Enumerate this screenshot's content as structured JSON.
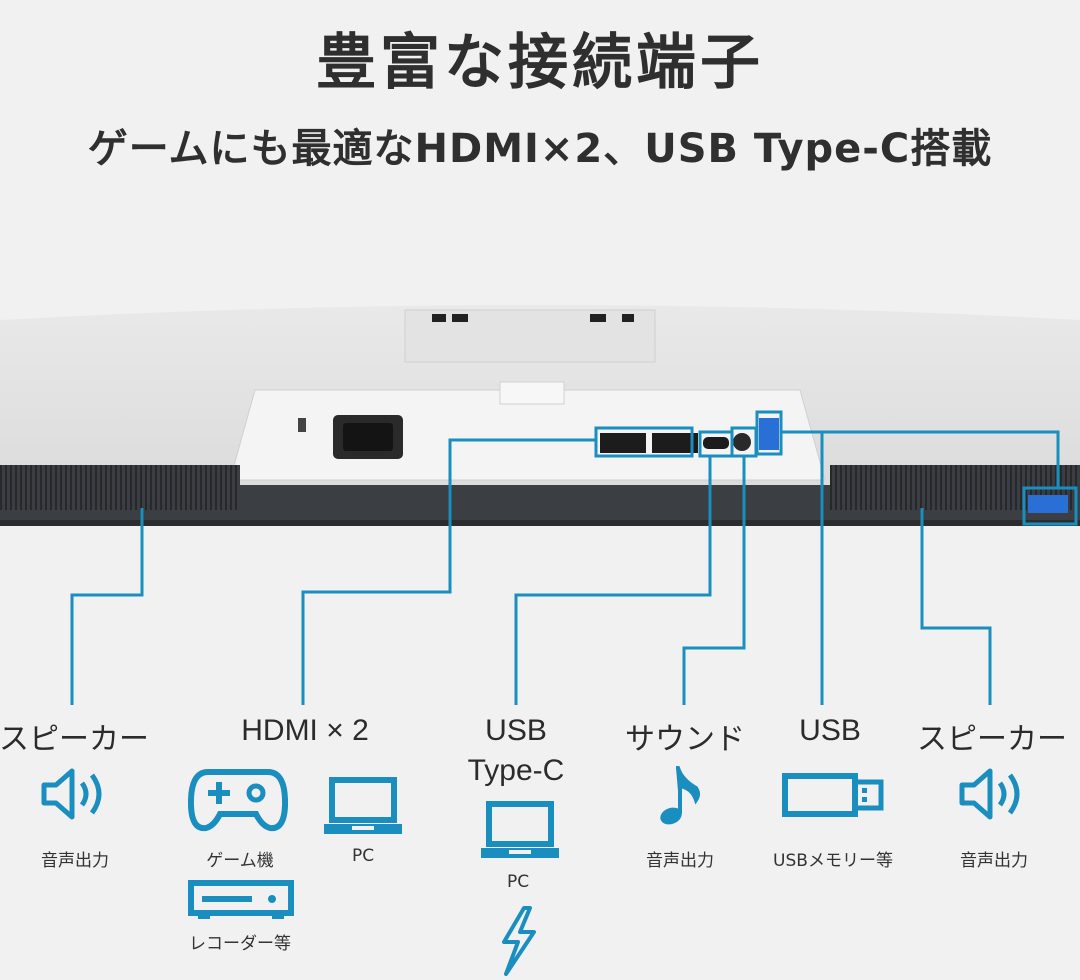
{
  "header": {
    "title": "豊富な接続端子",
    "subtitle": "ゲームにも最適なHDMI×2、USB Type-C搭載"
  },
  "accent_color": "#1a8fbf",
  "ports": {
    "speaker_left": {
      "label": "スピーカー",
      "sub": "音声出力",
      "icon": "speaker-icon"
    },
    "hdmi": {
      "label": "HDMI × 2",
      "items": [
        {
          "sub": "ゲーム機",
          "icon": "gamepad-icon"
        },
        {
          "sub": "PC",
          "icon": "laptop-icon"
        },
        {
          "sub": "レコーダー等",
          "icon": "recorder-icon"
        }
      ]
    },
    "usbc": {
      "label_line1": "USB",
      "label_line2": "Type-C",
      "sub": "PC",
      "icon": "laptop-icon",
      "extra_icon": "lightning-icon"
    },
    "sound": {
      "label": "サウンド",
      "sub": "音声出力",
      "icon": "music-note-icon"
    },
    "usb": {
      "label": "USB",
      "sub": "USBメモリー等",
      "icon": "usb-stick-icon"
    },
    "speaker_right": {
      "label": "スピーカー",
      "sub": "音声出力",
      "icon": "speaker-icon"
    }
  }
}
